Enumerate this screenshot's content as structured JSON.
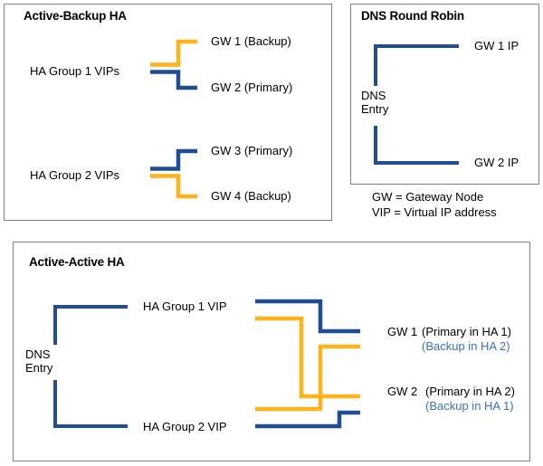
{
  "figure": {
    "colors": {
      "blue": "#1F4E94",
      "orange": "#FFB219",
      "sub_blue": "#3a6fc4",
      "panel_border": "#808080",
      "text": "#000000",
      "background": "#ffffff"
    }
  },
  "panels": {
    "active_backup": {
      "title": "Active-Backup HA",
      "groups": [
        {
          "source": "HA Group 1 VIPs",
          "targets": [
            {
              "label": "GW 1 (Backup)",
              "color": "orange"
            },
            {
              "label": "GW 2 (Primary)",
              "color": "blue"
            }
          ]
        },
        {
          "source": "HA Group 2 VIPs",
          "targets": [
            {
              "label": "GW 3 (Primary)",
              "color": "blue"
            },
            {
              "label": "GW 4 (Backup)",
              "color": "orange"
            }
          ]
        }
      ]
    },
    "dns_round_robin": {
      "title": "DNS Round Robin",
      "source": "DNS\nEntry",
      "source_line1": "DNS",
      "source_line2": "Entry",
      "targets": [
        {
          "label": "GW 1 IP",
          "color": "blue"
        },
        {
          "label": "GW 2 IP",
          "color": "blue"
        }
      ]
    },
    "active_active": {
      "title": "Active-Active HA",
      "source_line1": "DNS",
      "source_line2": "Entry",
      "vips": [
        "HA Group 1 VIP",
        "HA Group 2 VIP"
      ],
      "gateways": [
        {
          "name": "GW 1",
          "primary": "(Primary in HA 1)",
          "backup": "(Backup in HA 2)"
        },
        {
          "name": "GW 2",
          "primary": "(Primary in HA 2)",
          "backup": "(Backup in HA 1)"
        }
      ]
    }
  },
  "legend": {
    "line1": "GW = Gateway Node",
    "line2": "VIP = Virtual IP address"
  }
}
